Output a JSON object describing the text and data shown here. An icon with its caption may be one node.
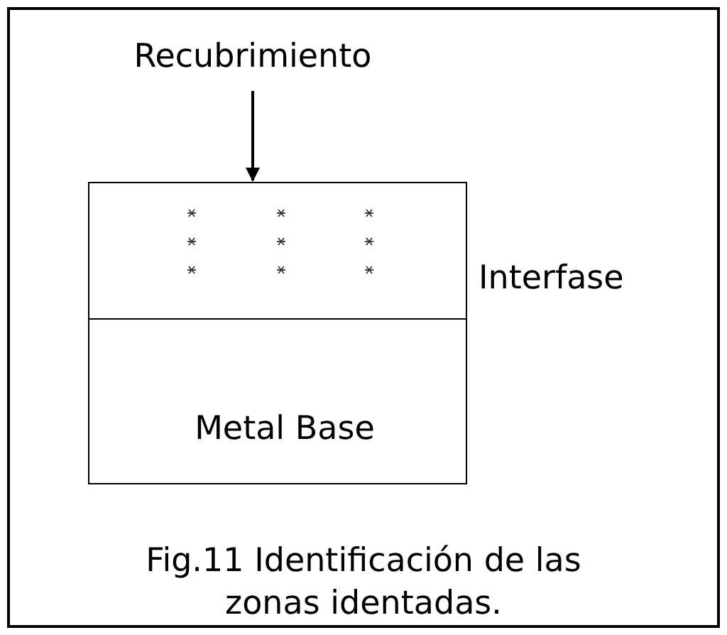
{
  "diagram": {
    "caption": "Fig.11 Identificación de las zonas identadas.",
    "nodes": [
      {
        "text": [
          "Recubrimiento"
        ]
      },
      {
        "text": [],
        "shape": "box"
      },
      {
        "text": [
          "Metal Base"
        ]
      }
    ],
    "edges": [
      {
        "from": 0,
        "to": 1,
        "arrow": "to"
      }
    ],
    "labels": [
      "Interfase"
    ]
  }
}
